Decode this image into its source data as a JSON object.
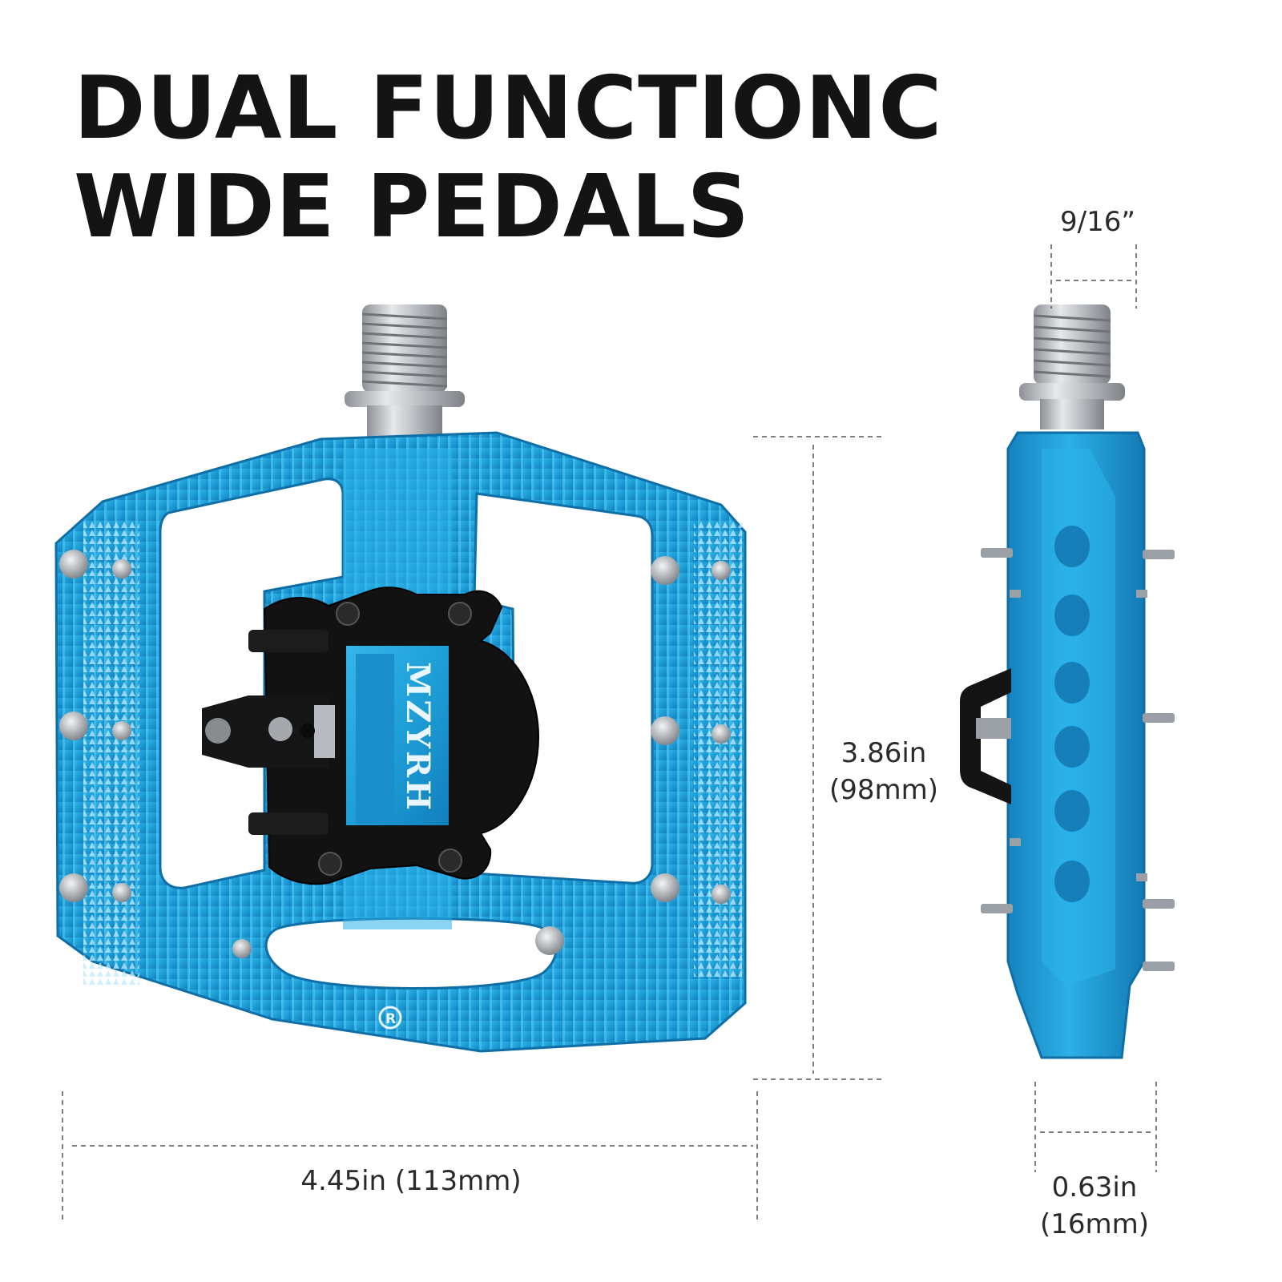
{
  "headline": {
    "line1": "DUAL FUNCTIONC",
    "line2": "WIDE PEDALS"
  },
  "brand_mark": "MZYRH",
  "registered_mark": "R",
  "dimensions": {
    "length": "4.45in (113mm)",
    "width_in": "3.86in",
    "width_mm": "(98mm)",
    "spindle": "9/16”",
    "thickness_in": "0.63in",
    "thickness_mm": "(16mm)"
  },
  "colors": {
    "pedal_body": "#1e9fd8",
    "pedal_highlight": "#6fd0f5",
    "cleat_mechanism": "#111111",
    "spindle_metal": "#c9ccd0",
    "text": "#141414"
  }
}
